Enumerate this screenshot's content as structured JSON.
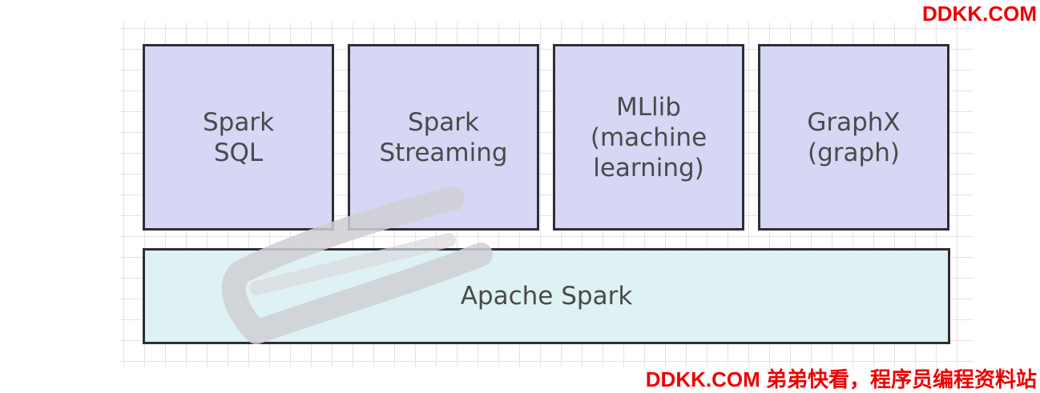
{
  "watermark": {
    "top": "DDKK.COM",
    "bottom": "DDKK.COM 弟弟快看，程序员编程资料站"
  },
  "diagram": {
    "modules": [
      {
        "label": "Spark\nSQL"
      },
      {
        "label": "Spark\nStreaming"
      },
      {
        "label": "MLlib\n(machine\nlearning)"
      },
      {
        "label": "GraphX\n(graph)"
      }
    ],
    "base": {
      "label": "Apache Spark"
    }
  },
  "colors": {
    "module_fill": "#d6d7f5",
    "base_fill": "#dff2f3",
    "border": "#2e2e3a",
    "watermark": "#ee0000"
  }
}
